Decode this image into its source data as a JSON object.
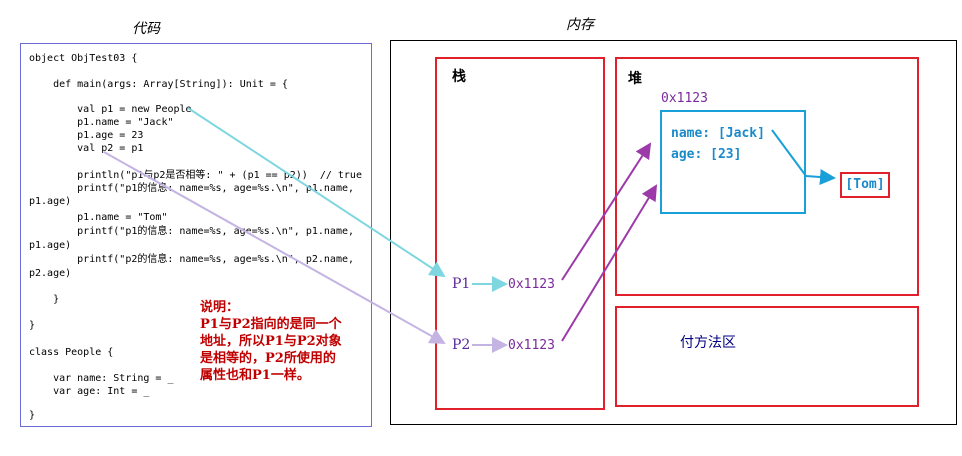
{
  "headings": {
    "code": "代码",
    "memory": "内存"
  },
  "code": {
    "lines": [
      "object ObjTest03 {",
      "    def main(args: Array[String]): Unit = {",
      "        val p1 = new People",
      "        p1.name = \"Jack\"",
      "        p1.age = 23",
      "        val p2 = p1",
      "        println(\"p1与p2是否相等: \" + (p1 == p2))  // true",
      "        printf(\"p1的信息: name=%s, age=%s.\\n\", p1.name,",
      "p1.age)",
      "        p1.name = \"Tom\"",
      "        printf(\"p1的信息: name=%s, age=%s.\\n\", p1.name,",
      "p1.age)",
      "        printf(\"p2的信息: name=%s, age=%s.\\n\", p2.name,",
      "p2.age)",
      "    }",
      "}",
      "class People {",
      "    var name: String = _",
      "    var age: Int = _",
      "}"
    ]
  },
  "note": "说明：\nP1与P2指向的是同一个\n地址，所以P1与P2对象\n是相等的，P2所使用的\n属性也和P1一样。",
  "memory": {
    "stack_label": "栈",
    "heap_label": "堆",
    "method_area_label": "付方法区",
    "heap_address": "0x1123",
    "object_fields": [
      "name: [Jack]",
      "age: [23]"
    ],
    "tom_value": "[Tom]",
    "refs": [
      {
        "name": "P1",
        "address": "0x1123"
      },
      {
        "name": "P2",
        "address": "0x1123"
      }
    ]
  },
  "colors": {
    "code_border": "#6b6bd6",
    "stack_heap_border": "#e0202a",
    "object_border": "#1aa0d8",
    "arrow_cyan": "#7fd6e0",
    "arrow_lavender": "#c4b4e4",
    "arrow_purple": "#9b3aa8",
    "arrow_blue": "#1aa0d8"
  }
}
